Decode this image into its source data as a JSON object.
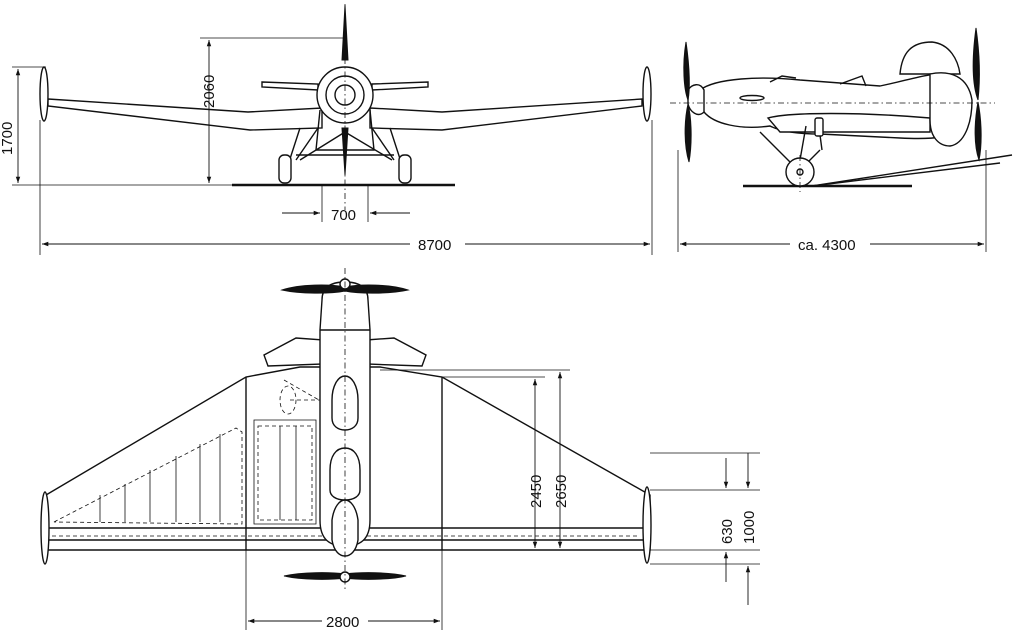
{
  "dimensions": {
    "wheel_track": "700",
    "span": "8700",
    "length": "ca. 4300",
    "gear_height": "1700",
    "prop_height": "2060",
    "chord_inner": "2450",
    "chord_root": "2650",
    "tip_chord_inner": "630",
    "tip_chord_outer": "1000",
    "center_section_width": "2800"
  }
}
